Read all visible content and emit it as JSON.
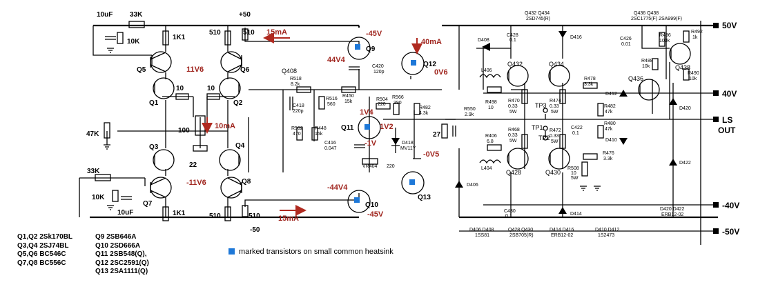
{
  "supply": {
    "plus50": "+50",
    "minus50": "-50",
    "out_pos": "50V",
    "out_40pos": "40V",
    "out_40neg": "-40V",
    "out_neg": "-50V",
    "ls_out": "LS",
    "ls_out2": "OUT"
  },
  "input_stage": {
    "c_in": "10uF",
    "r_top": "33K",
    "r_10k_top": "10K",
    "r_1k1_top": "1K1",
    "r_510a": "510",
    "r_510b": "510",
    "r_10a": "10",
    "r_10b": "10",
    "r_47k": "47K",
    "pot_100": "100",
    "r_22": "22",
    "r_bot": "33K",
    "r_10k_bot": "10K",
    "c_bot": "10uF",
    "r_1k1_bot": "1K1",
    "r_510c": "510",
    "r_510d": "510"
  },
  "transistors": {
    "q1": "Q1",
    "q2": "Q2",
    "q3": "Q3",
    "q4": "Q4",
    "q5": "Q5",
    "q6": "Q6",
    "q7": "Q7",
    "q8": "Q8",
    "q9": "Q9",
    "q10": "Q10",
    "q11": "Q11",
    "q12": "Q12",
    "q13": "Q13",
    "q408": "Q408",
    "q428": "Q428",
    "q430": "Q430",
    "q432": "Q432",
    "q434": "Q434",
    "q436": "Q436",
    "q438": "Q438"
  },
  "annotations": {
    "i15top": "15mA",
    "i15bot": "15mA",
    "i10": "10mA",
    "i40": "40mA",
    "v45top": "-45V",
    "v44v4top": "44V4",
    "v11v6": "11V6",
    "v11v6neg": "-11V6",
    "v0v6": "0V6",
    "v1v4": "1V4",
    "v1v2": "1V2",
    "v1": "-1V",
    "v0v5": "-0V5",
    "v44v4bot": "-44V4",
    "v45bot": "-45V"
  },
  "output_stage": {
    "hdr_q432_q434": "Q432  Q434",
    "hdr_2sd745": "2SD745(R)",
    "hdr_q436_q438": "Q436      Q438",
    "hdr_2sc1775": "2SC1775(F)  2SA999(F)",
    "c428": "C428",
    "c428v": "0.1",
    "d416": "D416",
    "c426": "C426",
    "c426v": "0.01",
    "r486": "R486",
    "r486v": "100k",
    "r492": "R492",
    "r492v": "1k",
    "d408": "D408",
    "r488": "R488",
    "r488v": "10k",
    "r490": "R490",
    "r490v": "10k",
    "c420": "C420",
    "c420v": "120p",
    "l406": "L406",
    "r518": "R518",
    "r518v": "8.2k",
    "r516": "R516",
    "r516v": "560",
    "r450": "R450",
    "r450v": "15k",
    "c418": "C418",
    "c418v": "220p",
    "r504": "R504",
    "r504v": "220",
    "r566": "R566",
    "r566v": "390",
    "r482": "R482",
    "r482v": "4.3k",
    "r498": "R498",
    "r498v": "10",
    "r470": "R470",
    "r470v": "0.33",
    "r470w": "5W",
    "tp3": "TP3",
    "r474": "R474",
    "r474v": "0.33",
    "r474w": "5W",
    "r478": "R478",
    "r478v": "3.3k",
    "d412": "D412",
    "r482b": "R482",
    "r482bv": "47k",
    "d420": "D420",
    "r502": "R502",
    "r502v": "470",
    "r448": "R448",
    "r448v": "15k",
    "c416": "C416",
    "c416v": "0.047",
    "d418": "D418",
    "d418t": "MV11Y",
    "vr404": "VR404",
    "vr404v": "220",
    "c27": "27",
    "r550": "R550",
    "r550v": "2.9k",
    "r406": "R406",
    "r406v": "6.8",
    "l404": "L404",
    "r468": "R468",
    "r468v": "0.33",
    "r468w": "5W",
    "tp1": "TP1",
    "tp2": "TP2",
    "r472": "R472",
    "r472v": "0.33",
    "r472w": "5W",
    "c422": "C422",
    "c422v": "0.1",
    "r480": "R480",
    "r480v": "47k",
    "d410": "D410",
    "r476": "R476",
    "r476v": "3.3k",
    "d422": "D422",
    "r508": "R508",
    "r508v": "10",
    "r508w": "5W",
    "d406": "D406",
    "c430": "C430",
    "c430v": "0.1",
    "d414": "D414",
    "d420_422": "D420  D422",
    "erb12": "ERB12-02",
    "ftr_d406": "D406  D408",
    "ftr_1ss81": "1SS81",
    "ftr_q428": "Q428   Q430",
    "ftr_2sb705": "2SB705(R)",
    "ftr_d414": "D414  D416",
    "ftr_erb": "ERB12-02",
    "ftr_d410": "D410  D412",
    "ftr_1s2473": "1S2473"
  },
  "legend": {
    "text": "marked transistors on small common heatsink",
    "color": "#1e78d8"
  },
  "parts_list": {
    "col1": [
      "Q1,Q2 2Sk170BL",
      "Q3,Q4 2SJ74BL",
      "Q5,Q6 BC546C",
      "Q7,Q8 BC556C"
    ],
    "col2": [
      "Q9 2SB646A",
      "Q10 2SD666A",
      "Q11 2SB548(Q),",
      "Q12 2SC2591(Q)",
      "Q13 2SA1111(Q)"
    ]
  },
  "colors": {
    "annotation": "#a0261f",
    "heatsink_marker": "#1e78d8"
  }
}
